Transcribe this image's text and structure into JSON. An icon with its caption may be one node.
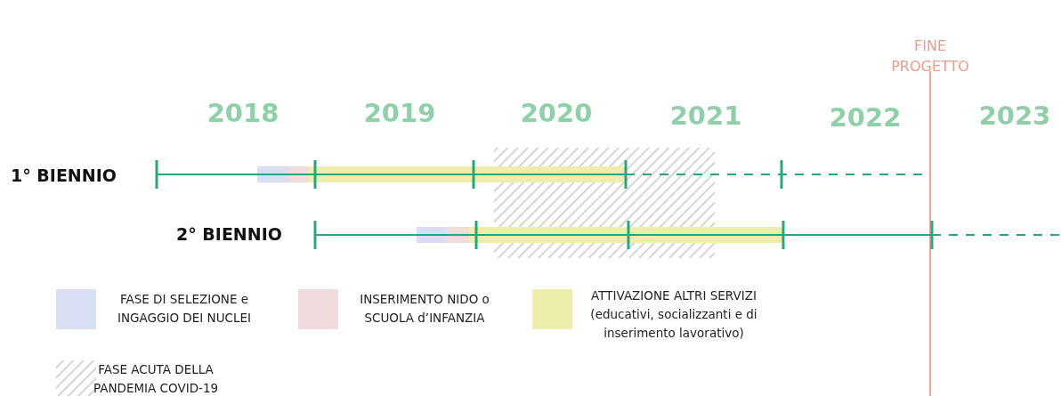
{
  "diagram": {
    "labels": [
      "FINE PROGETTO",
      "2018",
      "2019",
      "2020",
      "2021",
      "2022",
      "2023",
      "1° BIENNIO",
      "2° BIENNIO"
    ],
    "legend": [
      {
        "text": "FASE DI SELEZIONE e INGAGGIO DEI NUCLEI",
        "color": "#d9def4"
      },
      {
        "text": "INSERIMENTO NIDO o SCUOLA d’INFANZIA",
        "color": "#f0dcdc"
      },
      {
        "text": "ATTIVAZIONE ALTRI SERVIZI (educativi, socializzanti e di inserimento lavorativo)",
        "color": "#eeeeac"
      },
      {
        "text": "FASE ACUTA DELLA PANDEMIA COVID-19"
      }
    ]
  }
}
